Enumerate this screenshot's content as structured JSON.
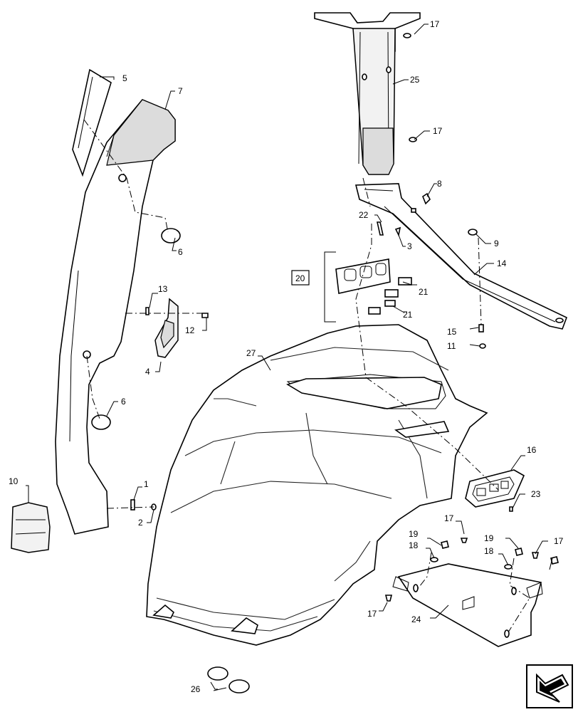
{
  "diagram": {
    "callouts": {
      "c1": "1",
      "c2": "2",
      "c3": "3",
      "c4": "4",
      "c5": "5",
      "c6a": "6",
      "c6b": "6",
      "c7": "7",
      "c8": "8",
      "c9": "9",
      "c10": "10",
      "c11": "11",
      "c12": "12",
      "c13": "13",
      "c14": "14",
      "c15": "15",
      "c16": "16",
      "c17a": "17",
      "c17b": "17",
      "c17c": "17",
      "c17d": "17",
      "c17e": "17",
      "c18a": "18",
      "c18b": "18",
      "c19a": "19",
      "c19b": "19",
      "c20": "20",
      "c21a": "21",
      "c21b": "21",
      "c22": "22",
      "c23": "23",
      "c24": "24",
      "c25": "25",
      "c26": "26",
      "c27": "27"
    },
    "nav_icon": "arrow-back-icon"
  }
}
